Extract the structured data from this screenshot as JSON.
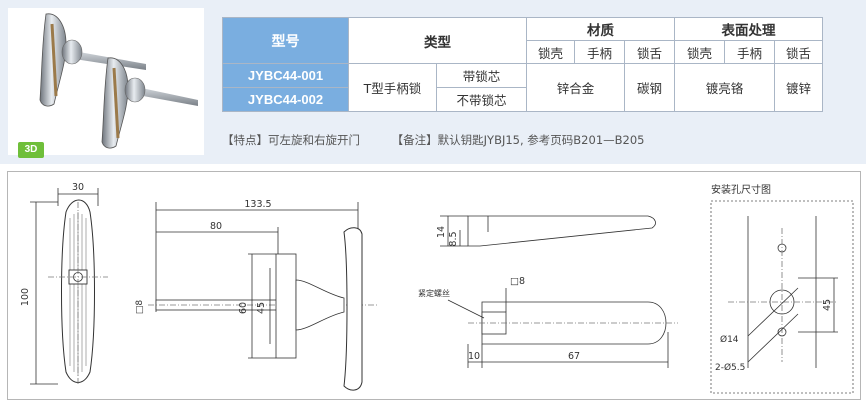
{
  "table": {
    "col_model": "型号",
    "col_type": "类型",
    "col_material": "材质",
    "col_surface": "表面处理",
    "sub_shell": "锁壳",
    "sub_handle": "手柄",
    "sub_tongue": "锁舌",
    "sub_shell2": "锁壳",
    "sub_handle2": "手柄",
    "sub_tongue2": "锁舌",
    "model_1": "JYBC44-001",
    "model_2": "JYBC44-002",
    "type_main": "T型手柄锁",
    "type_1": "带锁芯",
    "type_2": "不带锁芯",
    "mat_zinc": "锌合金",
    "mat_carbon": "碳钢",
    "surf_chrome": "镀亮铬",
    "surf_zinc": "镀锌"
  },
  "notes": {
    "feature": "【特点】可左旋和右旋开门",
    "remark": "【备注】默认钥匙JYBJ15, 参考页码B201—B205"
  },
  "badge": "3D",
  "drawing": {
    "front_width": "30",
    "front_height": "100",
    "total_len": "133.5",
    "shaft_len": "80",
    "sq8": "□8",
    "h60": "60",
    "h45": "45",
    "side14": "14",
    "side8_5": "8.5",
    "screw_label": "紧定螺丝",
    "bot_sq8": "□8",
    "bot10": "10",
    "bot67": "67",
    "hole_title": "安装孔尺寸图",
    "hole45": "45",
    "hole_d14": "Ø14",
    "hole_d5": "2-Ø5.5"
  }
}
